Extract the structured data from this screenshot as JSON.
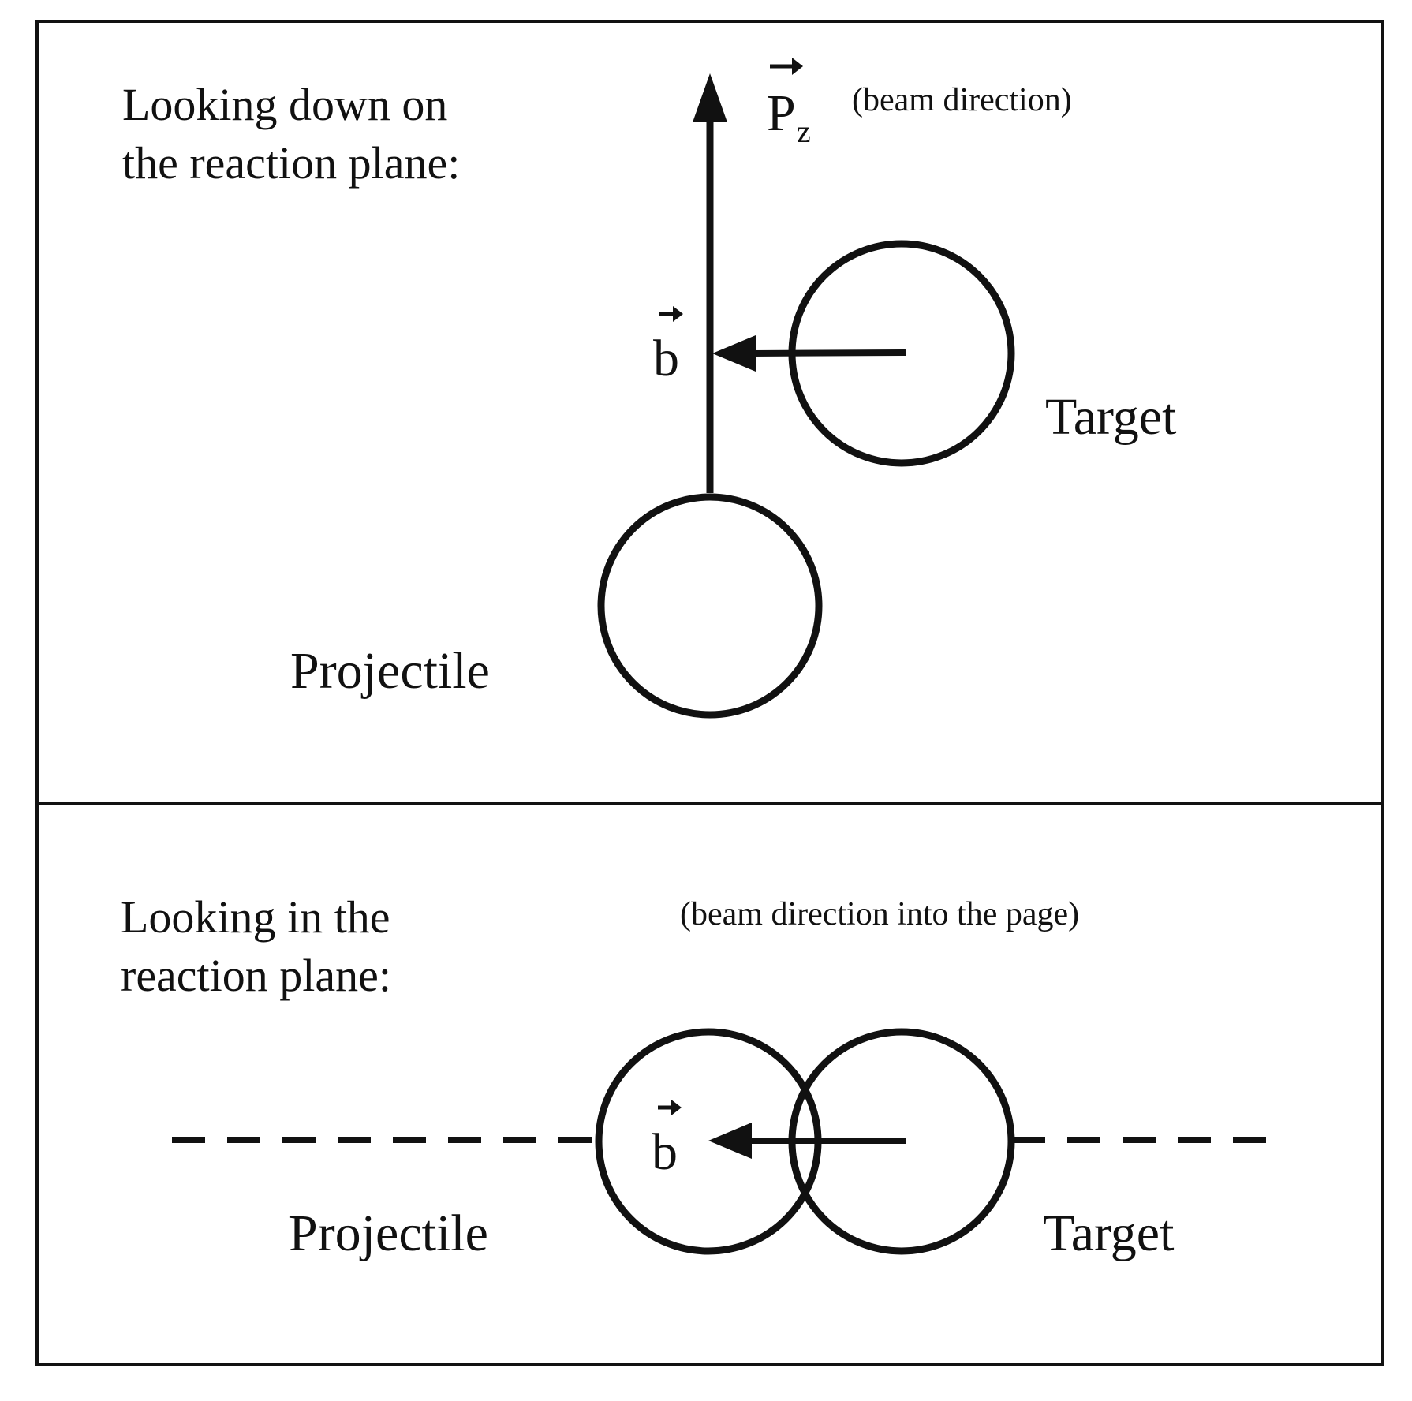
{
  "top_panel": {
    "caption_line1": "Looking down on",
    "caption_line2": "the reaction plane:",
    "momentum_symbol": "P",
    "momentum_subscript": "z",
    "beam_note": "(beam direction)",
    "impact_symbol": "b",
    "target_label": "Target",
    "projectile_label": "Projectile"
  },
  "bottom_panel": {
    "caption_line1": "Looking in the",
    "caption_line2": "reaction plane:",
    "beam_note": "(beam direction into the page)",
    "impact_symbol": "b",
    "target_label": "Target",
    "projectile_label": "Projectile"
  }
}
